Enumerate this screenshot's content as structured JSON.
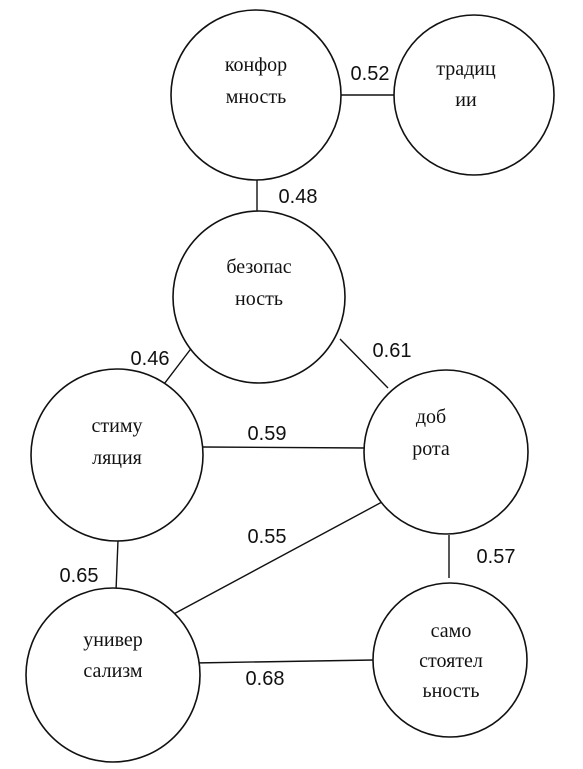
{
  "nodes": {
    "conformity": {
      "lines": [
        "конфор",
        "мность"
      ]
    },
    "tradition": {
      "lines": [
        "традиц",
        "ии"
      ]
    },
    "security": {
      "lines": [
        "безопас",
        "ность"
      ]
    },
    "stimulation": {
      "lines": [
        "стиму",
        "ляция"
      ]
    },
    "benevolence": {
      "lines": [
        "доб",
        "рота"
      ]
    },
    "universalism": {
      "lines": [
        "универ",
        "сализм"
      ]
    },
    "selfdirection": {
      "lines": [
        "само",
        "стоятел",
        "ьность"
      ]
    }
  },
  "edges": {
    "conformity_tradition": {
      "weight": "0.52"
    },
    "conformity_security": {
      "weight": "0.48"
    },
    "security_stimulation": {
      "weight": "0.46"
    },
    "security_benevolence": {
      "weight": "0.61"
    },
    "stimulation_benevolence": {
      "weight": "0.59"
    },
    "benevolence_universalism": {
      "weight": "0.55"
    },
    "stimulation_universalism": {
      "weight": "0.65"
    },
    "benevolence_selfdirection": {
      "weight": "0.57"
    },
    "universalism_selfdirection": {
      "weight": "0.68"
    }
  }
}
